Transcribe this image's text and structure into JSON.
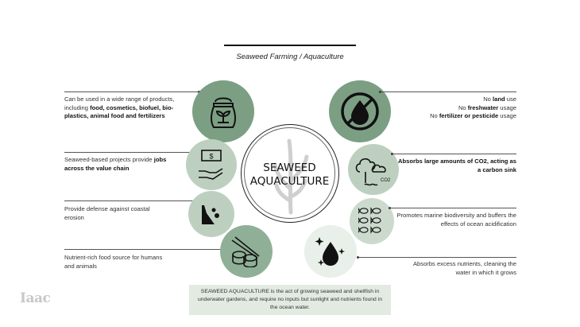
{
  "header": {
    "subtitle": "Seaweed Farming / Aquaculture"
  },
  "center": {
    "line1": "SEAWEED",
    "line2": "AQUACULTURE"
  },
  "left": [
    {
      "plain1": "Can be used in a wide range of products, including ",
      "bold": "food, cosmetics, biofuel, bio-plastics, animal food and fertilizers",
      "icon": "fertilizer-bag-icon"
    },
    {
      "plain1": "Seaweed-based projects provide ",
      "bold": "jobs across the value chain",
      "icon": "money-hand-icon"
    },
    {
      "plain1": "Provide defense against coastal erosion",
      "icon": "coastal-erosion-icon"
    },
    {
      "plain1": "Nutrient-rich food source for humans and animals",
      "icon": "sushi-icon"
    }
  ],
  "right": [
    {
      "l1a": "No ",
      "l1b": "land",
      "l1c": " use",
      "l2a": "No ",
      "l2b": "freshwater",
      "l2c": " usage",
      "l3a": "No ",
      "l3b": "fertilizer or pesticide",
      "l3c": " usage",
      "icon": "no-water-icon"
    },
    {
      "bold": "Absorbs large amounts of CO2, acting as a carbon sink",
      "icon": "co2-cloud-tree-icon",
      "co2": "CO2"
    },
    {
      "plain1": "Promotes marine biodiversity and buffers the effects of ocean acidification",
      "icon": "fish-icon"
    },
    {
      "plain1": "Absorbs excess nutrients, cleaning the water in which it grows",
      "icon": "clean-droplet-icon"
    }
  ],
  "footer": {
    "definition": "SEAWEED AQUACULTURE is the act of growing seaweed and shellfish in underwater gardens, and require no inputs but sunlight and nutrients found in the ocean water.",
    "logo": "Iaac"
  },
  "colors": {
    "dark": "#7c9f84",
    "mid": "#8fb096",
    "light": "#bdd0c0",
    "lighter": "#ccdacd",
    "pale": "#e9efe9",
    "box": "#e2eae2"
  }
}
